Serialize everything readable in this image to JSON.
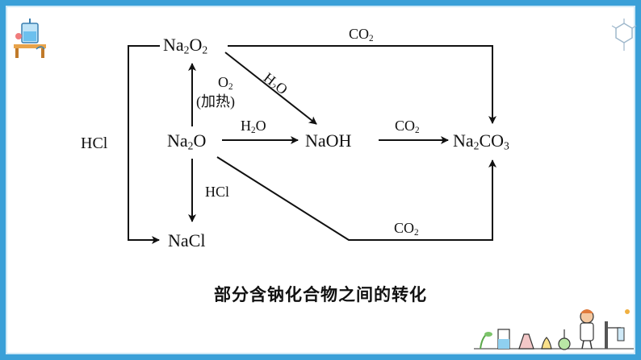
{
  "diagram": {
    "compounds": {
      "na2o2": {
        "base": "Na",
        "sub1": "2",
        "mid": "O",
        "sub2": "2"
      },
      "na2o": {
        "base": "Na",
        "sub1": "2",
        "mid": "O"
      },
      "naoh": {
        "text": "NaOH"
      },
      "na2co3": {
        "base": "Na",
        "sub1": "2",
        "mid": "CO",
        "sub2": "3"
      },
      "nacl": {
        "text": "NaCl"
      }
    },
    "reagents": {
      "co2_top": {
        "base": "CO",
        "sub": "2"
      },
      "h2o_diag": {
        "base": "H",
        "sub": "2",
        "rest": "O"
      },
      "o2": {
        "base": "O",
        "sub": "2"
      },
      "heat": "(加热)",
      "h2o_mid": {
        "base": "H",
        "sub": "2",
        "rest": "O"
      },
      "co2_mid": {
        "base": "CO",
        "sub": "2"
      },
      "hcl_left": "HCl",
      "hcl_down": "HCl",
      "co2_bottom": {
        "base": "CO",
        "sub": "2"
      }
    }
  },
  "caption": "部分含钠化合物之间的转化",
  "colors": {
    "border": "#3aa0d8",
    "arrow": "#111111"
  },
  "icons": [
    "lab-equipment-icon",
    "molecule-structure-icon",
    "lab-scene-illustration"
  ]
}
